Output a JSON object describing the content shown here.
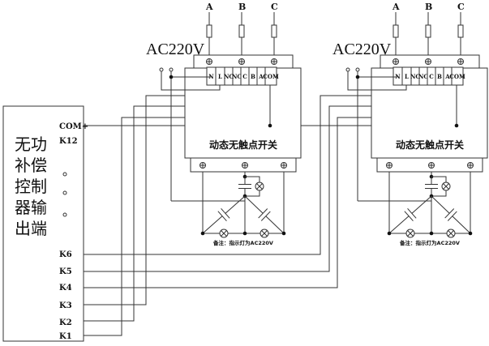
{
  "controller": {
    "title_lines": [
      "无功",
      "补偿",
      "控制",
      "器输",
      "出端"
    ],
    "terminals": {
      "com": "COM+",
      "k12": "K12",
      "k6": "K6",
      "k5": "K5",
      "k4": "K4",
      "k3": "K3",
      "k2": "K2",
      "k1": "K1"
    },
    "ellipsis_dots": 3
  },
  "modules": [
    {
      "phases": [
        "A",
        "B",
        "C"
      ],
      "supply_label": "AC220V",
      "terminal_labels": [
        "N",
        "L",
        "NC",
        "NC",
        "C",
        "B",
        "A",
        "COM"
      ],
      "name": "动态无触点开关",
      "note": "备注：指示灯为AC220V",
      "controlled_by": [
        "K1",
        "K2",
        "K3"
      ]
    },
    {
      "phases": [
        "A",
        "B",
        "C"
      ],
      "supply_label": "AC220V",
      "terminal_labels": [
        "N",
        "L",
        "NC",
        "NC",
        "C",
        "B",
        "A",
        "COM"
      ],
      "name": "动态无触点开关",
      "note": "备注：指示灯为AC220V",
      "controlled_by": [
        "K4",
        "K5",
        "K6"
      ]
    }
  ],
  "colors": {
    "line": "#333333",
    "background": "#ffffff"
  }
}
